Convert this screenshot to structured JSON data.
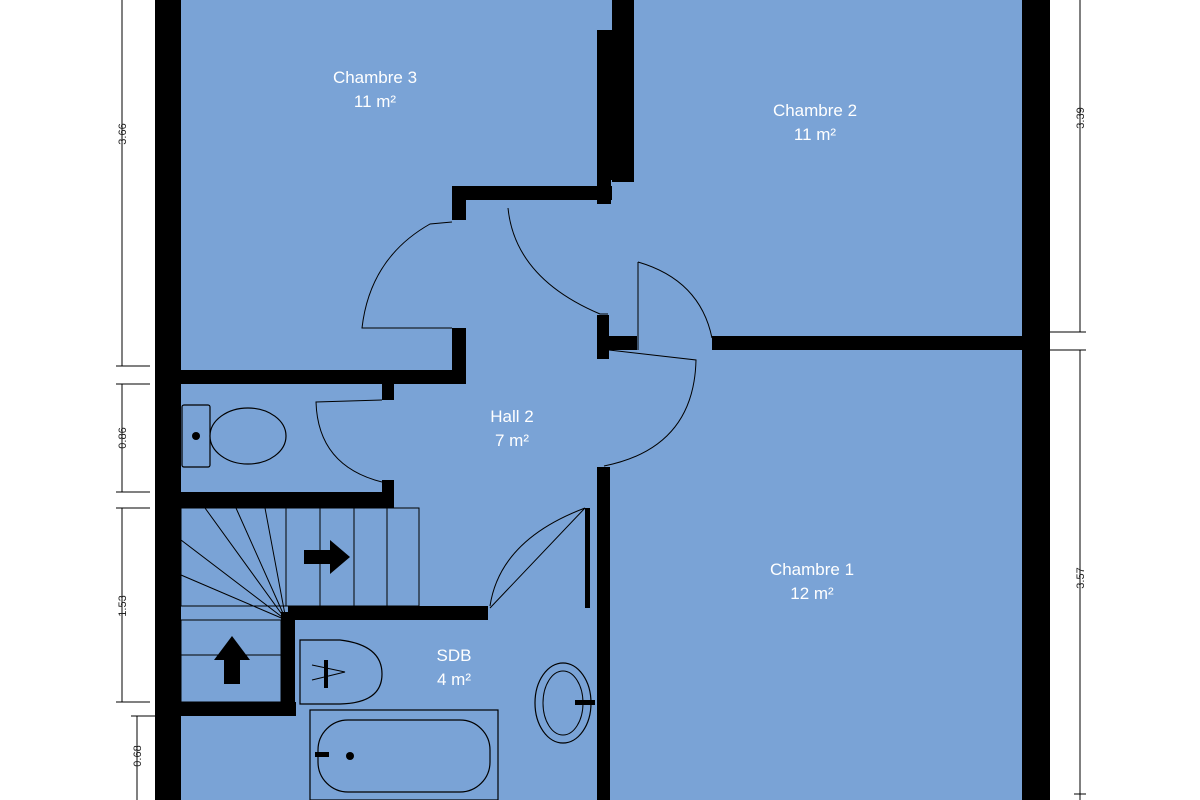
{
  "colors": {
    "floor": "#7aa3d6",
    "wall": "#000000",
    "label": "#ffffff"
  },
  "rooms": [
    {
      "id": "chambre-3",
      "name": "Chambre 3",
      "area": "11 m²"
    },
    {
      "id": "chambre-2",
      "name": "Chambre 2",
      "area": "11 m²"
    },
    {
      "id": "hall-2",
      "name": "Hall 2",
      "area": "7 m²"
    },
    {
      "id": "chambre-1",
      "name": "Chambre 1",
      "area": "12 m²"
    },
    {
      "id": "sdb",
      "name": "SDB",
      "area": "4 m²"
    }
  ],
  "dimensions": {
    "left": [
      "3.66",
      "0.86",
      "1.53",
      "0.68"
    ],
    "right": [
      "3.39",
      "3.57"
    ]
  }
}
